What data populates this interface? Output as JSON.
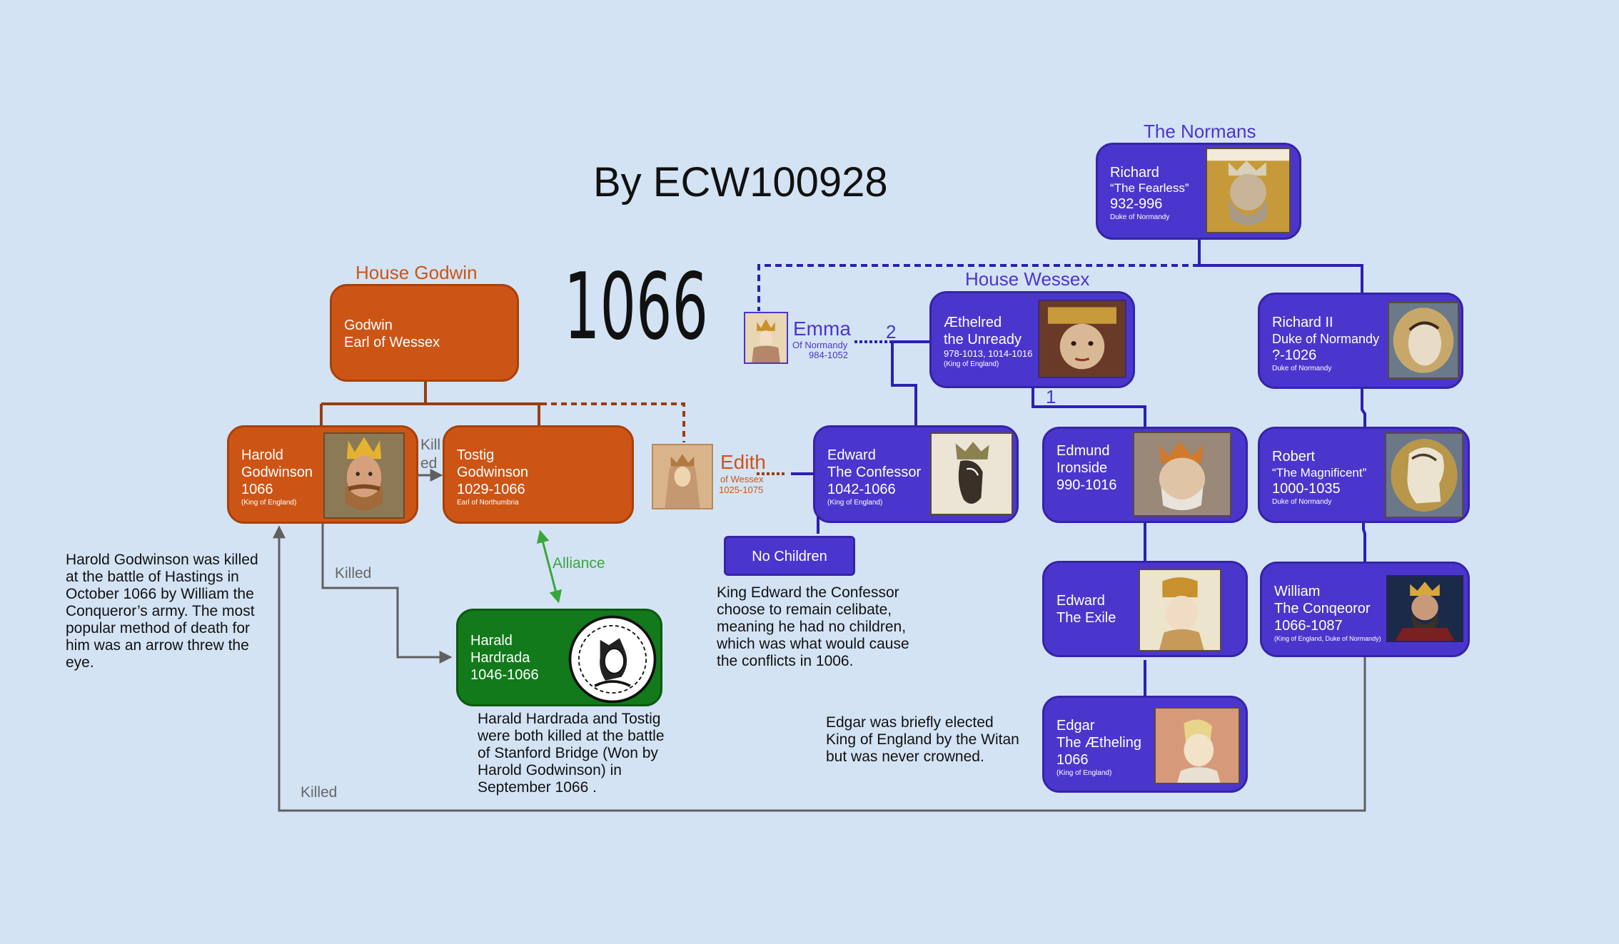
{
  "title": "By ECW100928",
  "year": "1066",
  "houses": {
    "godwin": "House Godwin",
    "wessex": "House Wessex",
    "normans": "The Normans"
  },
  "colors": {
    "background": "#d3e3f4",
    "godwin": "#cc5516",
    "wessex_normans": "#4b36cd",
    "hardrada": "#127a1b",
    "alliance": "#3aa63a",
    "killed_arrow": "#5f5f5f"
  },
  "people": {
    "godwin": {
      "lines": [
        "Godwin",
        "Earl of Wessex"
      ]
    },
    "harold": {
      "lines": [
        "Harold",
        "Godwinson",
        "1066"
      ],
      "sub": "(King of England)"
    },
    "tostig": {
      "lines": [
        "Tostig",
        "Godwinson",
        "1029-1066"
      ],
      "sub": "Earl of Northumbria"
    },
    "hardrada": {
      "lines": [
        "Harald",
        "Hardrada",
        "1046-1066"
      ]
    },
    "edith": {
      "name": "Edith",
      "of": "of Wessex",
      "dates": "1025-1075"
    },
    "emma": {
      "name": "Emma",
      "of": "Of Normandy",
      "dates": "984-1052"
    },
    "aethelred": {
      "lines": [
        "Æthelred",
        "the Unready"
      ],
      "dates": "978-1013, 1014-1016",
      "sub": "(King of England)"
    },
    "confessor": {
      "lines": [
        "Edward",
        "The Confessor",
        "1042-1066"
      ],
      "sub": "(King of England)"
    },
    "ironside": {
      "lines": [
        "Edmund",
        "Ironside",
        "990-1016"
      ]
    },
    "exile": {
      "lines": [
        "Edward",
        "The Exile"
      ]
    },
    "edgar": {
      "lines": [
        "Edgar",
        "The Ætheling",
        "1066"
      ],
      "sub": "(King of England)"
    },
    "richard": {
      "lines": [
        "Richard",
        "“The Fearless”",
        "932-996"
      ],
      "sub": "Duke of Normandy"
    },
    "richard2": {
      "lines": [
        "Richard II",
        "Duke of Normandy",
        "?-1026"
      ],
      "sub": "Duke of Normandy"
    },
    "robert": {
      "lines": [
        "Robert",
        "“The Magnificent”",
        "1000-1035"
      ],
      "sub": "Duke of Normandy"
    },
    "william": {
      "lines": [
        "William",
        "The Conqeoror",
        "1066-1087"
      ],
      "sub": "(King of England, Duke of Normandy)"
    }
  },
  "no_children": "No Children",
  "marriage_numbers": {
    "first": "1",
    "second": "2"
  },
  "edge_labels": {
    "killed_tostig": "Kill\ned",
    "killed_hardrada": "Killed",
    "killed_harold": "Killed",
    "alliance": "Alliance"
  },
  "icons": {
    "portraits": "portrait-icon",
    "coin": "coin-portrait-icon",
    "arrow": "arrow-icon"
  },
  "notes": {
    "harold": "Harold Godwinson was killed\nat the battle of Hastings in\nOctober 1066 by William the\nConqueror’s army. The most\npopular method of death for\nhim was an arrow threw the\neye.",
    "hardrada": "Harald Hardrada and Tostig\nwere both killed at the battle\nof Stanford Bridge (Won by\nHarold Godwinson) in\nSeptember 1066 .",
    "confessor": "King Edward the Confessor\nchoose to remain celibate,\nmeaning he had no children,\nwhich was what would cause\nthe conflicts in 1006.",
    "edgar": "Edgar was briefly elected\nKing of England by the Witan\nbut was never crowned."
  }
}
